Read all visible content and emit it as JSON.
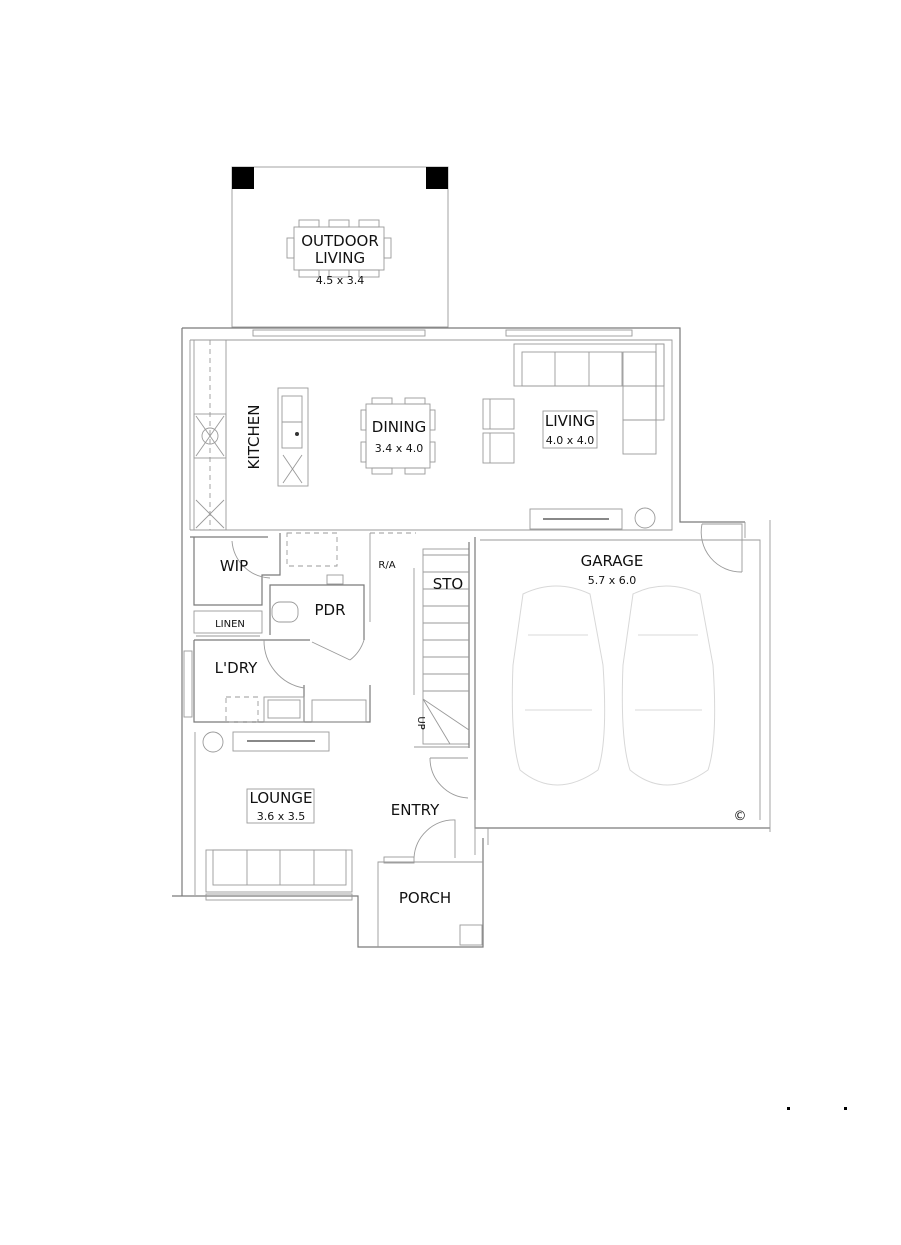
{
  "plan": {
    "rooms": {
      "outdoor_living": {
        "name_line1": "OUTDOOR",
        "name_line2": "LIVING",
        "dims": "4.5 x 3.4"
      },
      "kitchen": {
        "name": "KITCHEN"
      },
      "dining": {
        "name": "DINING",
        "dims": "3.4 x 4.0"
      },
      "living": {
        "name": "LIVING",
        "dims": "4.0 x 4.0"
      },
      "wip": {
        "name": "WIP"
      },
      "pdr": {
        "name": "PDR"
      },
      "linen": {
        "name": "LINEN"
      },
      "laundry": {
        "name": "L'DRY"
      },
      "sto": {
        "name": "STO"
      },
      "garage": {
        "name": "GARAGE",
        "dims": "5.7 x 6.0"
      },
      "lounge": {
        "name": "LOUNGE",
        "dims": "3.6 x 3.5"
      },
      "entry": {
        "name": "ENTRY"
      },
      "porch": {
        "name": "PORCH"
      }
    },
    "annotations": {
      "return_air": "R/A",
      "stair_up": "UP",
      "copyright_symbol": "©"
    }
  }
}
